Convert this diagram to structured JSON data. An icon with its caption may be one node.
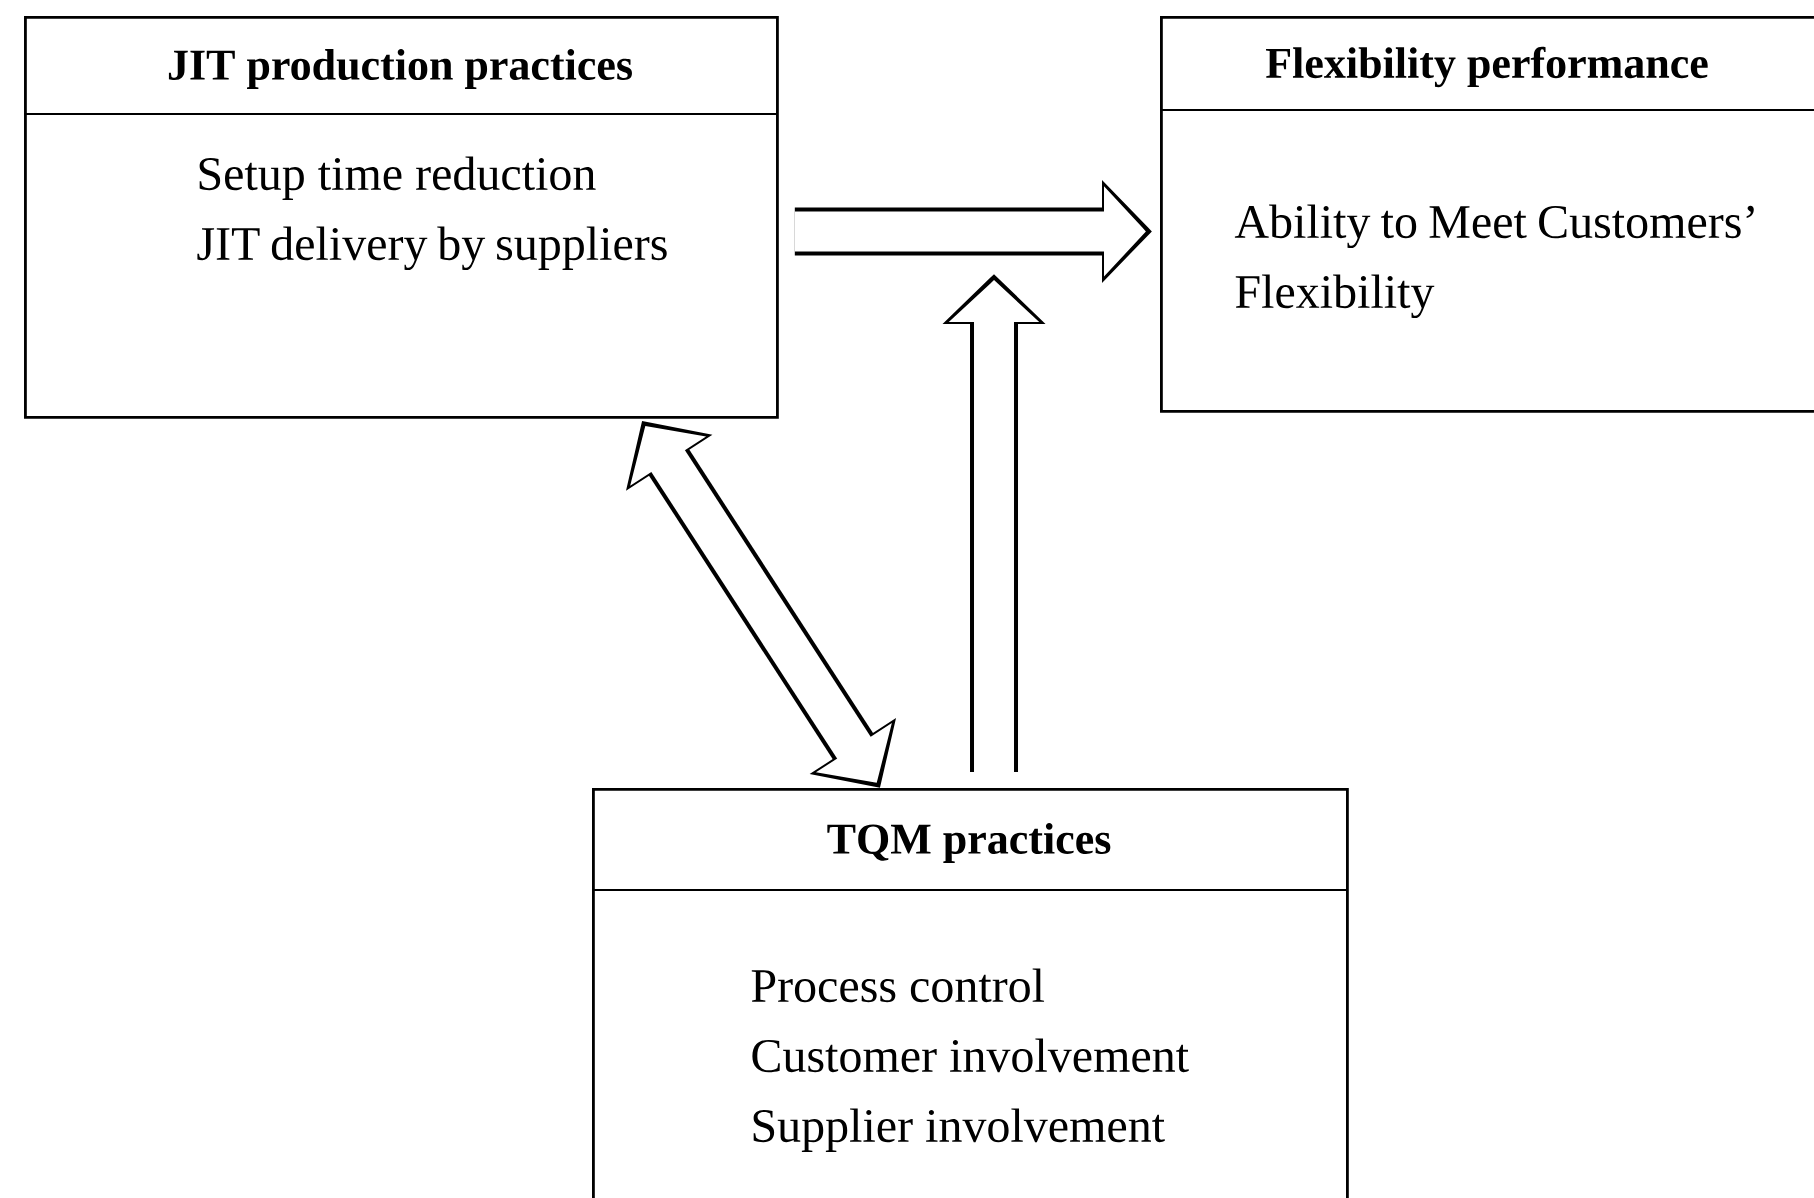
{
  "diagram": {
    "nodes": [
      {
        "text": [
          "JIT production practices",
          "Setup time reduction",
          "JIT delivery by suppliers"
        ]
      },
      {
        "text": [
          "Flexibility performance",
          "Ability to Meet Customers’ Flexibility"
        ]
      },
      {
        "text": [
          "TQM practices",
          "Process control",
          "Customer involvement",
          "Supplier involvement"
        ]
      }
    ],
    "edges": [
      {
        "from": 0,
        "to": 1,
        "arrow": "to"
      },
      {
        "from": 2,
        "to": null,
        "arrow": "to"
      },
      {
        "from": 0,
        "to": 2,
        "arrow": "both"
      }
    ]
  }
}
